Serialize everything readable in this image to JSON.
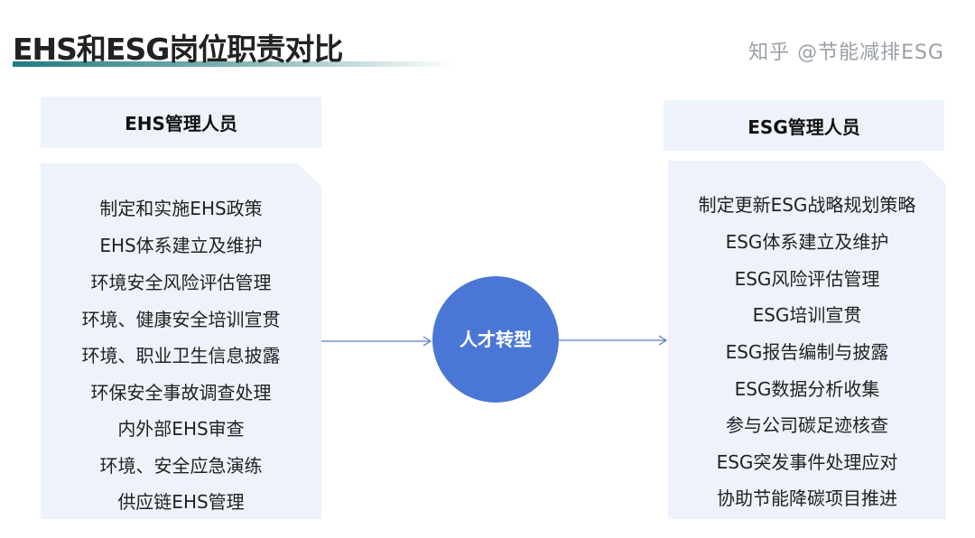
{
  "title": "EHS和ESG岗位职责对比",
  "left": {
    "header": "EHS管理人员",
    "items": [
      "制定和实施EHS政策",
      "EHS体系建立及维护",
      "环境安全风险评估管理",
      "环境、健康安全培训宣贯",
      "环境、职业卫生信息披露",
      "环保安全事故调查处理",
      "内外部EHS审查",
      "环境、安全应急演练",
      "供应链EHS管理"
    ]
  },
  "center": {
    "label": "人才转型"
  },
  "right": {
    "header": "ESG管理人员",
    "items": [
      "制定更新ESG战略规划策略",
      "ESG体系建立及维护",
      "ESG风险评估管理",
      "ESG培训宣贯",
      "ESG报告编制与披露",
      "ESG数据分析收集",
      "参与公司碳足迹核查",
      "ESG突发事件处理应对",
      "协助节能降碳项目推进"
    ]
  },
  "watermark": "知乎 @节能减排ESG",
  "colors": {
    "accent": "#4a77d6",
    "panel": "#eef2fb",
    "title_bar": "#1e7b80"
  }
}
